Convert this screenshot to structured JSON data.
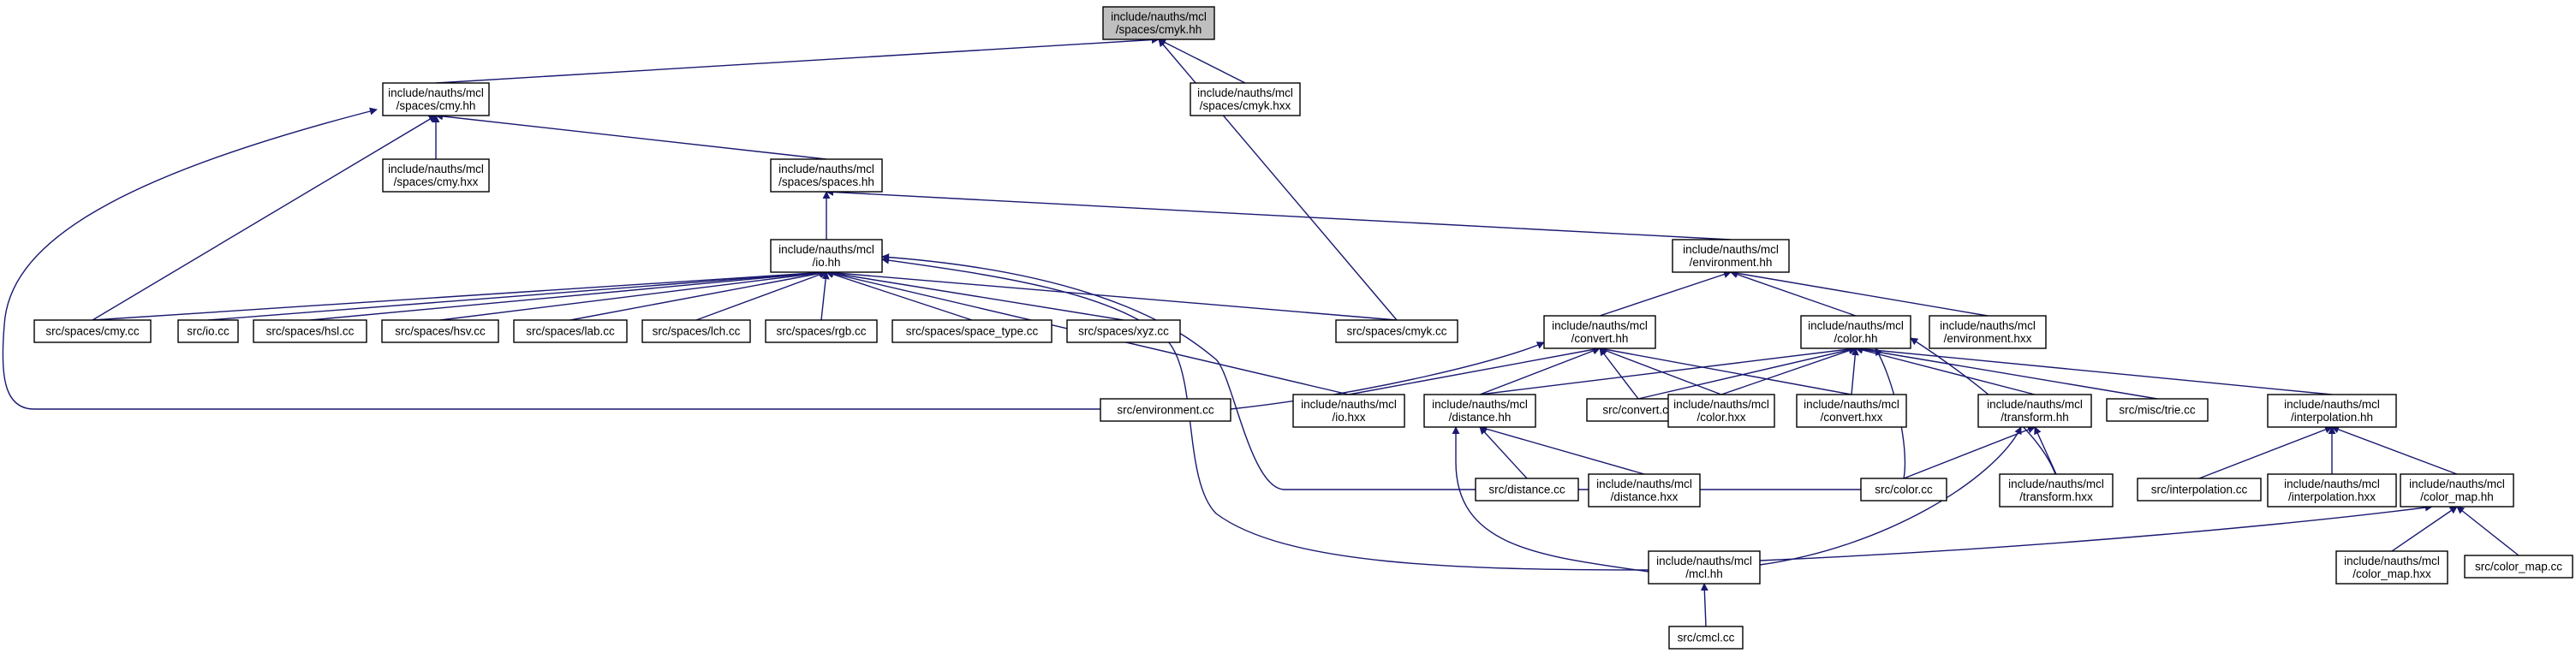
{
  "graph": {
    "edge_color": "#191970",
    "node_border_color": "#000000",
    "root_fill_color": "#bfbfbf",
    "node_fill_color": "#ffffff",
    "nodes": [
      {
        "id": "cmyk_hh",
        "lines": [
          "include/nauths/mcl",
          "/spaces/cmyk.hh"
        ],
        "root": true
      },
      {
        "id": "cmy_hh",
        "lines": [
          "include/nauths/mcl",
          "/spaces/cmy.hh"
        ]
      },
      {
        "id": "cmyk_hxx",
        "lines": [
          "include/nauths/mcl",
          "/spaces/cmyk.hxx"
        ]
      },
      {
        "id": "cmy_hxx",
        "lines": [
          "include/nauths/mcl",
          "/spaces/cmy.hxx"
        ]
      },
      {
        "id": "spaces_hh",
        "lines": [
          "include/nauths/mcl",
          "/spaces/spaces.hh"
        ]
      },
      {
        "id": "io_hh",
        "lines": [
          "include/nauths/mcl",
          "/io.hh"
        ]
      },
      {
        "id": "environment_hh",
        "lines": [
          "include/nauths/mcl",
          "/environment.hh"
        ]
      },
      {
        "id": "cmy_cc",
        "lines": [
          "src/spaces/cmy.cc"
        ]
      },
      {
        "id": "io_cc",
        "lines": [
          "src/io.cc"
        ]
      },
      {
        "id": "hsl_cc",
        "lines": [
          "src/spaces/hsl.cc"
        ]
      },
      {
        "id": "hsv_cc",
        "lines": [
          "src/spaces/hsv.cc"
        ]
      },
      {
        "id": "lab_cc",
        "lines": [
          "src/spaces/lab.cc"
        ]
      },
      {
        "id": "lch_cc",
        "lines": [
          "src/spaces/lch.cc"
        ]
      },
      {
        "id": "rgb_cc",
        "lines": [
          "src/spaces/rgb.cc"
        ]
      },
      {
        "id": "space_type_cc",
        "lines": [
          "src/spaces/space_type.cc"
        ]
      },
      {
        "id": "xyz_cc",
        "lines": [
          "src/spaces/xyz.cc"
        ]
      },
      {
        "id": "cmyk_cc",
        "lines": [
          "src/spaces/cmyk.cc"
        ]
      },
      {
        "id": "convert_hh",
        "lines": [
          "include/nauths/mcl",
          "/convert.hh"
        ]
      },
      {
        "id": "color_hh",
        "lines": [
          "include/nauths/mcl",
          "/color.hh"
        ]
      },
      {
        "id": "environment_hxx",
        "lines": [
          "include/nauths/mcl",
          "/environment.hxx"
        ]
      },
      {
        "id": "environment_cc",
        "lines": [
          "src/environment.cc"
        ]
      },
      {
        "id": "io_hxx",
        "lines": [
          "include/nauths/mcl",
          "/io.hxx"
        ]
      },
      {
        "id": "distance_hh",
        "lines": [
          "include/nauths/mcl",
          "/distance.hh"
        ]
      },
      {
        "id": "convert_cc",
        "lines": [
          "src/convert.cc"
        ]
      },
      {
        "id": "color_hxx",
        "lines": [
          "include/nauths/mcl",
          "/color.hxx"
        ]
      },
      {
        "id": "convert_hxx",
        "lines": [
          "include/nauths/mcl",
          "/convert.hxx"
        ]
      },
      {
        "id": "transform_hh",
        "lines": [
          "include/nauths/mcl",
          "/transform.hh"
        ]
      },
      {
        "id": "trie_cc",
        "lines": [
          "src/misc/trie.cc"
        ]
      },
      {
        "id": "interpolation_hh",
        "lines": [
          "include/nauths/mcl",
          "/interpolation.hh"
        ]
      },
      {
        "id": "distance_cc",
        "lines": [
          "src/distance.cc"
        ]
      },
      {
        "id": "distance_hxx",
        "lines": [
          "include/nauths/mcl",
          "/distance.hxx"
        ]
      },
      {
        "id": "color_cc",
        "lines": [
          "src/color.cc"
        ]
      },
      {
        "id": "transform_hxx",
        "lines": [
          "include/nauths/mcl",
          "/transform.hxx"
        ]
      },
      {
        "id": "interpolation_cc",
        "lines": [
          "src/interpolation.cc"
        ]
      },
      {
        "id": "interpolation_hxx",
        "lines": [
          "include/nauths/mcl",
          "/interpolation.hxx"
        ]
      },
      {
        "id": "color_map_hh",
        "lines": [
          "include/nauths/mcl",
          "/color_map.hh"
        ]
      },
      {
        "id": "mcl_hh",
        "lines": [
          "include/nauths/mcl",
          "/mcl.hh"
        ]
      },
      {
        "id": "color_map_hxx",
        "lines": [
          "include/nauths/mcl",
          "/color_map.hxx"
        ]
      },
      {
        "id": "color_map_cc",
        "lines": [
          "src/color_map.cc"
        ]
      },
      {
        "id": "cmcl_cc",
        "lines": [
          "src/cmcl.cc"
        ]
      }
    ],
    "edges": [
      {
        "from": "cmy_hh",
        "to": "cmyk_hh"
      },
      {
        "from": "cmyk_hxx",
        "to": "cmyk_hh"
      },
      {
        "from": "cmyk_cc",
        "to": "cmyk_hh"
      },
      {
        "from": "cmy_hxx",
        "to": "cmy_hh"
      },
      {
        "from": "spaces_hh",
        "to": "cmy_hh"
      },
      {
        "from": "cmy_cc",
        "to": "cmy_hh"
      },
      {
        "from": "environment_cc",
        "to": "cmy_hh"
      },
      {
        "from": "io_hh",
        "to": "spaces_hh"
      },
      {
        "from": "environment_hh",
        "to": "spaces_hh"
      },
      {
        "from": "cmy_cc",
        "to": "io_hh"
      },
      {
        "from": "io_cc",
        "to": "io_hh"
      },
      {
        "from": "hsl_cc",
        "to": "io_hh"
      },
      {
        "from": "hsv_cc",
        "to": "io_hh"
      },
      {
        "from": "lab_cc",
        "to": "io_hh"
      },
      {
        "from": "lch_cc",
        "to": "io_hh"
      },
      {
        "from": "rgb_cc",
        "to": "io_hh"
      },
      {
        "from": "space_type_cc",
        "to": "io_hh"
      },
      {
        "from": "xyz_cc",
        "to": "io_hh"
      },
      {
        "from": "cmyk_cc",
        "to": "io_hh"
      },
      {
        "from": "io_hxx",
        "to": "io_hh"
      },
      {
        "from": "color_cc",
        "to": "io_hh"
      },
      {
        "from": "mcl_hh",
        "to": "io_hh"
      },
      {
        "from": "convert_hh",
        "to": "environment_hh"
      },
      {
        "from": "color_hh",
        "to": "environment_hh"
      },
      {
        "from": "environment_hxx",
        "to": "environment_hh"
      },
      {
        "from": "environment_cc",
        "to": "convert_hh"
      },
      {
        "from": "io_hxx",
        "to": "convert_hh"
      },
      {
        "from": "distance_hh",
        "to": "convert_hh"
      },
      {
        "from": "convert_cc",
        "to": "convert_hh"
      },
      {
        "from": "color_hxx",
        "to": "convert_hh"
      },
      {
        "from": "convert_hxx",
        "to": "convert_hh"
      },
      {
        "from": "distance_hh",
        "to": "color_hh"
      },
      {
        "from": "convert_cc",
        "to": "color_hh"
      },
      {
        "from": "color_hxx",
        "to": "color_hh"
      },
      {
        "from": "convert_hxx",
        "to": "color_hh"
      },
      {
        "from": "transform_hh",
        "to": "color_hh"
      },
      {
        "from": "trie_cc",
        "to": "color_hh"
      },
      {
        "from": "interpolation_hh",
        "to": "color_hh"
      },
      {
        "from": "color_cc",
        "to": "color_hh"
      },
      {
        "from": "transform_hxx",
        "to": "color_hh"
      },
      {
        "from": "distance_cc",
        "to": "distance_hh"
      },
      {
        "from": "distance_hxx",
        "to": "distance_hh"
      },
      {
        "from": "mcl_hh",
        "to": "distance_hh"
      },
      {
        "from": "color_cc",
        "to": "transform_hh"
      },
      {
        "from": "transform_hxx",
        "to": "transform_hh"
      },
      {
        "from": "mcl_hh",
        "to": "transform_hh"
      },
      {
        "from": "interpolation_cc",
        "to": "interpolation_hh"
      },
      {
        "from": "interpolation_hxx",
        "to": "interpolation_hh"
      },
      {
        "from": "color_map_hh",
        "to": "interpolation_hh"
      },
      {
        "from": "mcl_hh",
        "to": "color_map_hh"
      },
      {
        "from": "color_map_hxx",
        "to": "color_map_hh"
      },
      {
        "from": "color_map_cc",
        "to": "color_map_hh"
      },
      {
        "from": "cmcl_cc",
        "to": "mcl_hh"
      }
    ]
  }
}
